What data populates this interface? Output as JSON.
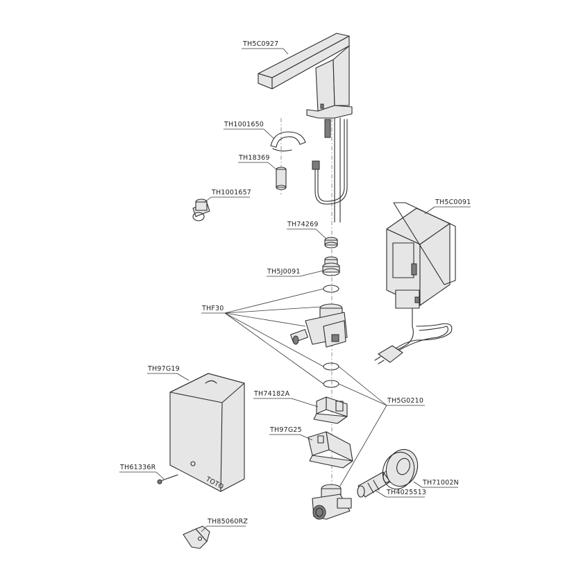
{
  "parts": [
    {
      "id": "spout",
      "label": "TH5C0927"
    },
    {
      "id": "clip",
      "label": "TH1001650"
    },
    {
      "id": "spacer",
      "label": "TH18369"
    },
    {
      "id": "lock-nut",
      "label": "TH1001657"
    },
    {
      "id": "nut",
      "label": "TH74269"
    },
    {
      "id": "control-box",
      "label": "TH5C0091"
    },
    {
      "id": "fitting",
      "label": "TH5J0091"
    },
    {
      "id": "o-rings",
      "label": "THF30"
    },
    {
      "id": "cover",
      "label": "TH97G19"
    },
    {
      "id": "bracket-a",
      "label": "TH74182A"
    },
    {
      "id": "o-rings-b",
      "label": "TH5G0210"
    },
    {
      "id": "bracket-b",
      "label": "TH97G25"
    },
    {
      "id": "screw",
      "label": "TH61336R"
    },
    {
      "id": "escutcheon",
      "label": "TH71002N"
    },
    {
      "id": "nipple",
      "label": "TH4025513"
    },
    {
      "id": "key",
      "label": "TH85060RZ"
    }
  ],
  "cover_brand": "TOTO"
}
